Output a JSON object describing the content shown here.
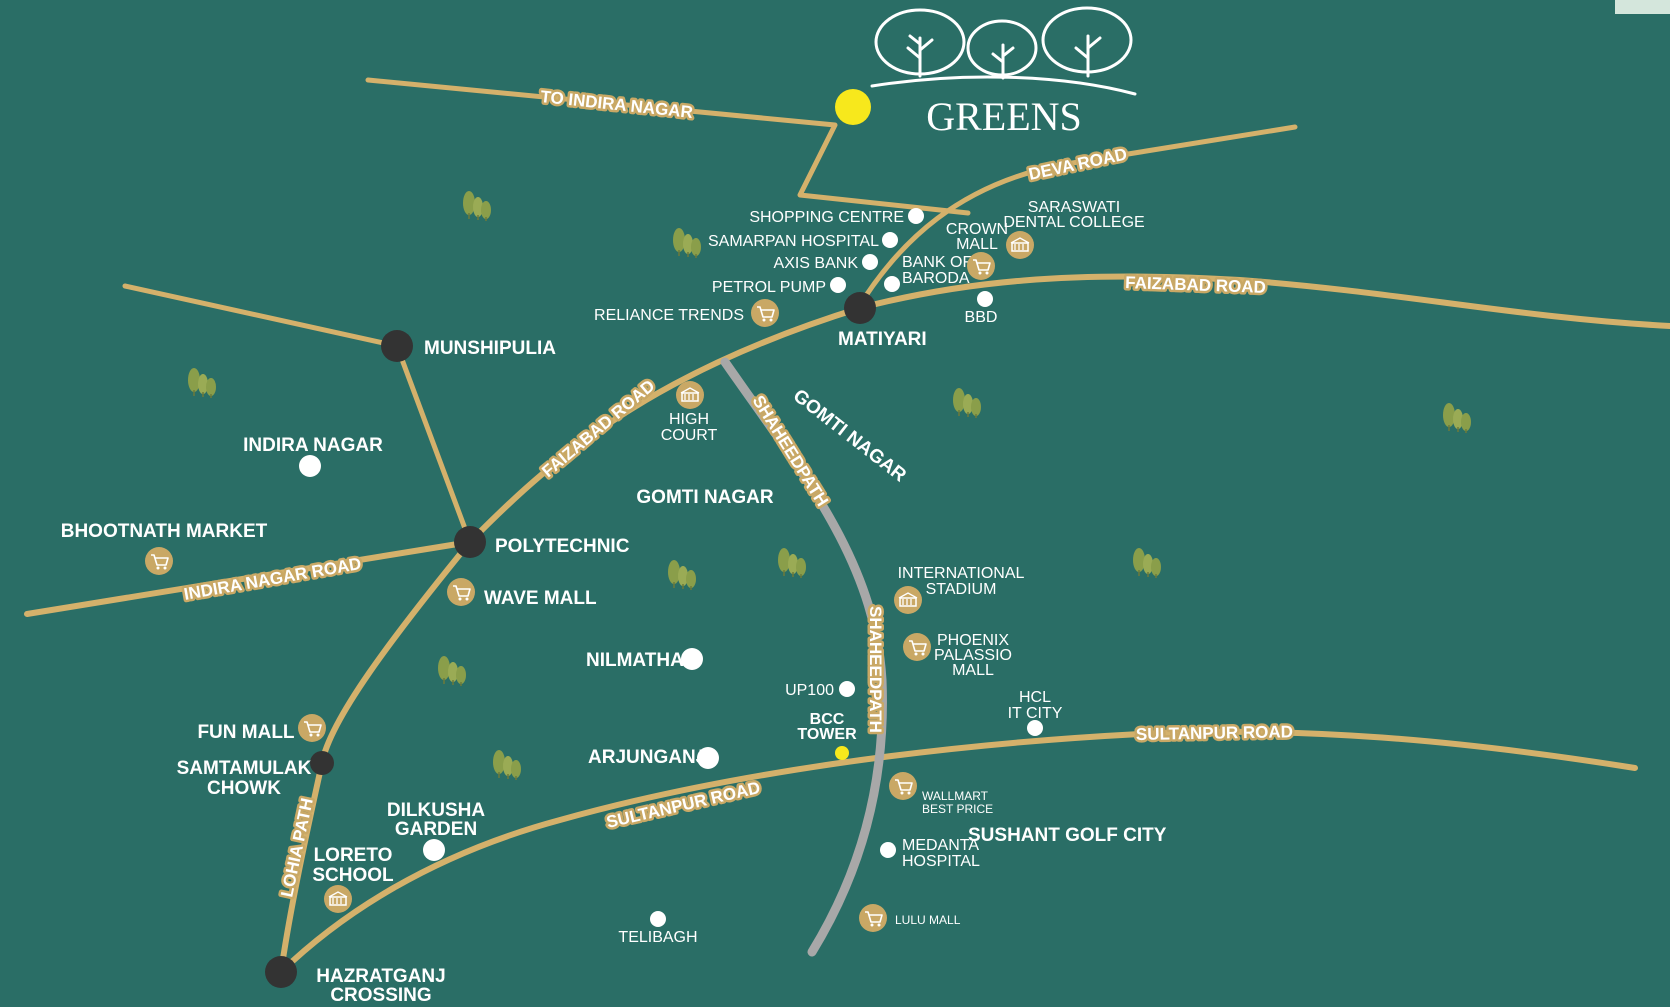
{
  "brand": {
    "name": "GREENS"
  },
  "colors": {
    "background": "#2a6e66",
    "main_road": "#d4b16b",
    "expressway": "#a8a8a8",
    "junction": "#333333",
    "poi_dot": "#ffffff",
    "site_marker": "#f7e81c",
    "tree": "#8a9e4a"
  },
  "roads": {
    "to_indira_nagar": "TO INDIRA NAGAR",
    "deva_road": "DEVA ROAD",
    "faizabad_road_east": "FAIZABAD ROAD",
    "faizabad_road_west": "FAIZABAD ROAD",
    "indira_nagar_road": "INDIRA NAGAR ROAD",
    "shaheedpath_north": "SHAHEEDPATH",
    "shaheedpath_south": "SHAHEEDPATH",
    "sultanpur_road_east": "SULTANPUR ROAD",
    "sultanpur_road_west": "SULTANPUR ROAD",
    "lohia_path": "LOHIA PATH",
    "gomti_nagar_diag": "GOMTI NAGAR"
  },
  "junctions": {
    "munshipulia": "MUNSHIPULIA",
    "matiyari": "MATIYARI",
    "polytechnic": "POLYTECHNIC",
    "samtamulak_1": "SAMTAMULAK",
    "samtamulak_2": "CHOWK",
    "hazratganj_1": "HAZRATGANJ",
    "hazratganj_2": "CROSSING"
  },
  "places": {
    "shopping_centre": "SHOPPING CENTRE",
    "samarpan_hospital": "SAMARPAN HOSPITAL",
    "axis_bank": "AXIS BANK",
    "petrol_pump": "PETROL PUMP",
    "reliance_trends": "RELIANCE TRENDS",
    "crown_mall_1": "CROWN",
    "crown_mall_2": "MALL",
    "bank_baroda_1": "BANK OF",
    "bank_baroda_2": "BARODA",
    "saraswati_1": "SARASWATI",
    "saraswati_2": "DENTAL COLLEGE",
    "bbd": "BBD",
    "high_court_1": "HIGH",
    "high_court_2": "COURT",
    "indira_nagar": "INDIRA NAGAR",
    "bhootnath": "BHOOTNATH MARKET",
    "wave_mall": "WAVE MALL",
    "gomti_nagar": "GOMTI NAGAR",
    "nilmatha": "NILMATHA",
    "intl_stadium_1": "INTERNATIONAL",
    "intl_stadium_2": "STADIUM",
    "phoenix_1": "PHOENIX",
    "phoenix_2": "PALASSIO",
    "phoenix_3": "MALL",
    "up100": "UP100",
    "bcc_1": "BCC",
    "bcc_2": "TOWER",
    "hcl_1": "HCL",
    "hcl_2": "IT CITY",
    "fun_mall": "FUN MALL",
    "arjunganj": "ARJUNGANJ",
    "dilkusha_1": "DILKUSHA",
    "dilkusha_2": "GARDEN",
    "loreto_1": "LORETO",
    "loreto_2": "SCHOOL",
    "wallmart_1": "WALLMART",
    "wallmart_2": "BEST PRICE",
    "sushant": "SUSHANT GOLF CITY",
    "medanta_1": "MEDANTA",
    "medanta_2": "HOSPITAL",
    "telibagh": "TELIBAGH",
    "lulu_mall": "LULU MALL"
  },
  "icons": {
    "mall": "shopping-cart-icon",
    "building": "building-icon",
    "tree": "tree-cluster-icon",
    "logo": "three-trees-logo-icon"
  }
}
